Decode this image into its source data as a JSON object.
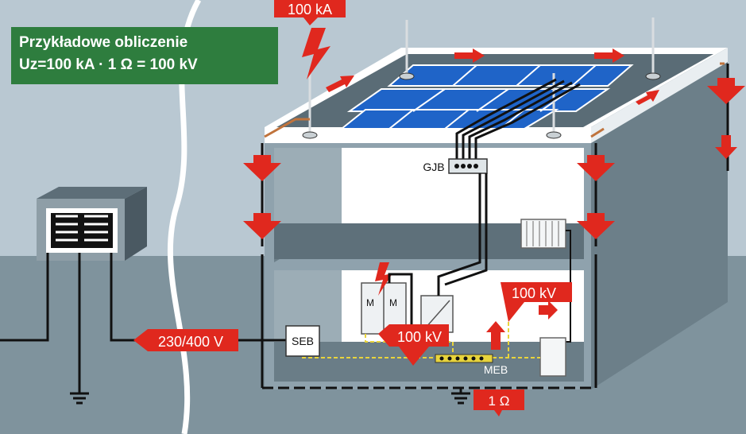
{
  "calc_box": {
    "line1": "Przykładowe obliczenie",
    "line2": "Uz=100 kA · 1 Ω = 100 kV"
  },
  "labels": {
    "strike": "100 kA",
    "grid_voltage": "230/400 V",
    "seb": "SEB",
    "gjb": "GJB",
    "meb": "MEB",
    "earth_resistance": "1 Ω",
    "potential_left": "100 kV",
    "potential_right": "100 kV",
    "meter1": "M",
    "meter2": "M"
  },
  "colors": {
    "background": "#b9c8d2",
    "ground": "#7f939d",
    "house_wall": "#8fa2ad",
    "panel": "#1f64c8",
    "arrow_red": "#e0281e",
    "calc_box": "#2e7d3e",
    "bonding_yellow": "#e8d43c"
  }
}
